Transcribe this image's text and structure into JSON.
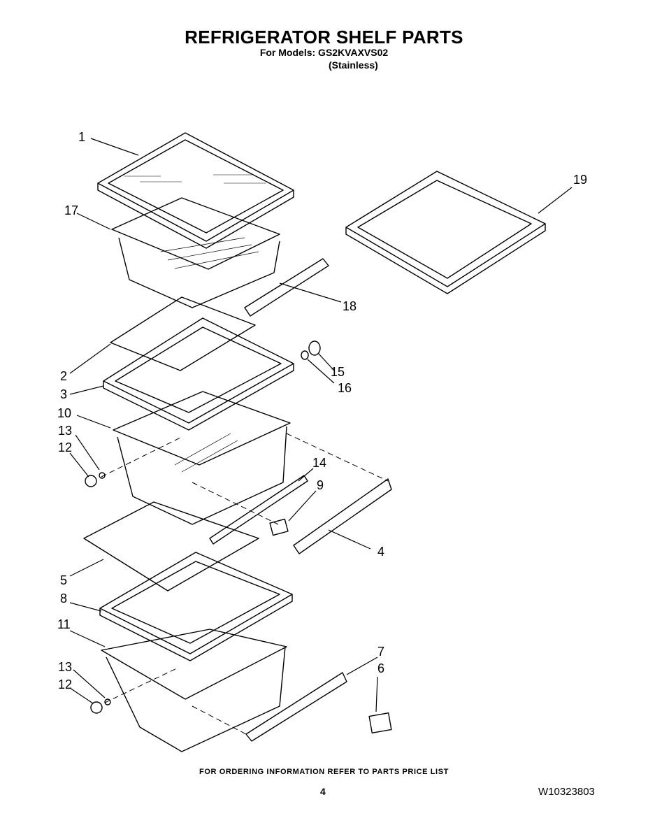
{
  "header": {
    "title": "REFRIGERATOR SHELF PARTS",
    "models": "For Models: GS2KVAXVS02",
    "finish": "(Stainless)"
  },
  "callouts": {
    "p1": "1",
    "p2": "2",
    "p3": "3",
    "p4": "4",
    "p5": "5",
    "p6": "6",
    "p7": "7",
    "p8": "8",
    "p9": "9",
    "p10": "10",
    "p11": "11",
    "p12a": "12",
    "p12b": "12",
    "p13a": "13",
    "p13b": "13",
    "p14": "14",
    "p15": "15",
    "p16": "16",
    "p17": "17",
    "p18": "18",
    "p19": "19"
  },
  "footer": {
    "ordering_note": "FOR ORDERING INFORMATION REFER TO PARTS PRICE LIST",
    "page_number": "4",
    "document_number": "W10323803"
  }
}
